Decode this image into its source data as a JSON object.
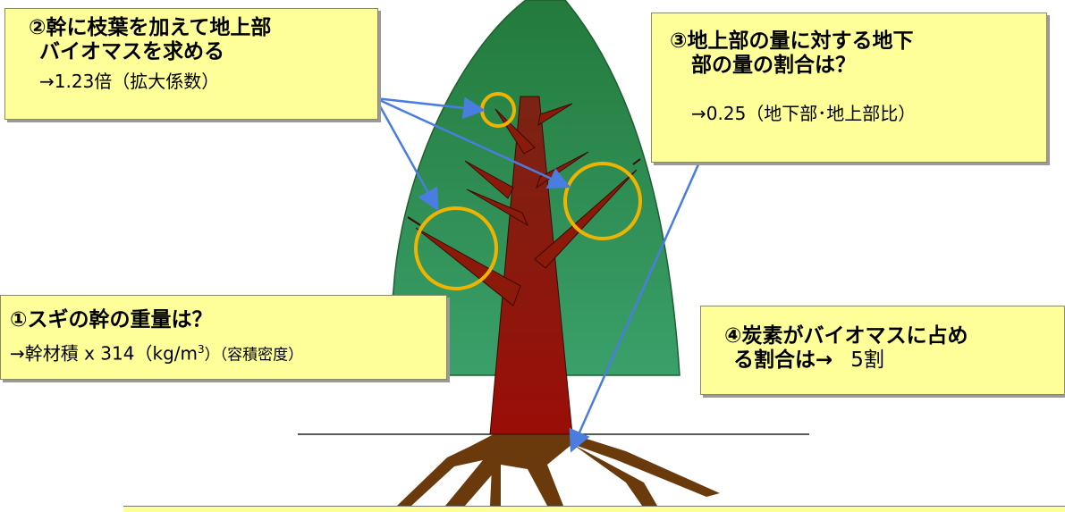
{
  "notes": {
    "branches": {
      "line1": "②幹に枝葉を加えて地上部",
      "line2": "バイオマスを求める",
      "detail": "→1.23倍（拡大係数）"
    },
    "belowground": {
      "line1": "③地上部の量に対する地下",
      "line2": "部の量の割合は？",
      "detail": "→0.25（地下部･地上部比）"
    },
    "stem": {
      "title": "①スギの幹の重量は？",
      "detail_main": "→幹材積 x 314（kg/m",
      "detail_sup": "3",
      "detail_tail": "）（容積密度）"
    },
    "carbon": {
      "line1": "④炭素がバイオマスに占め",
      "line2_a": "る割合は→",
      "line2_b": "5割"
    }
  },
  "colors": {
    "note_fill": "#ffff99",
    "crown": "#2e8b57",
    "trunk": "#8b1a0a",
    "roots": "#6b3a0c",
    "arrow": "#4a7de0",
    "circle": "#f0b400"
  }
}
